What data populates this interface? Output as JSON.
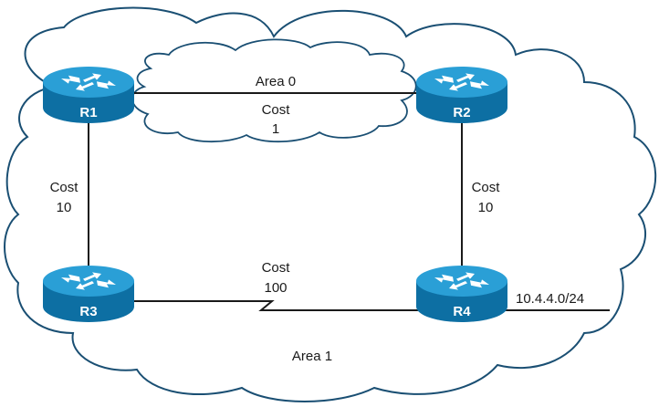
{
  "areas": {
    "outer": "Area 1",
    "inner": "Area 0"
  },
  "routers": [
    {
      "id": "r1",
      "label": "R1"
    },
    {
      "id": "r2",
      "label": "R2"
    },
    {
      "id": "r3",
      "label": "R3"
    },
    {
      "id": "r4",
      "label": "R4"
    }
  ],
  "links": {
    "r1_r2": {
      "cost_word": "Cost",
      "cost_value": "1"
    },
    "r1_r3": {
      "cost_word": "Cost",
      "cost_value": "10"
    },
    "r2_r4": {
      "cost_word": "Cost",
      "cost_value": "10"
    },
    "r3_r4": {
      "cost_word": "Cost",
      "cost_value": "100",
      "type": "serial"
    }
  },
  "network": {
    "label": "10.4.4.0/24"
  },
  "colors": {
    "router_top": "#2a9fd6",
    "router_side": "#0d6fa3",
    "router_shadow": "#0a5a86",
    "cloud_stroke": "#1a4f73",
    "link": "#1a1a1a"
  }
}
